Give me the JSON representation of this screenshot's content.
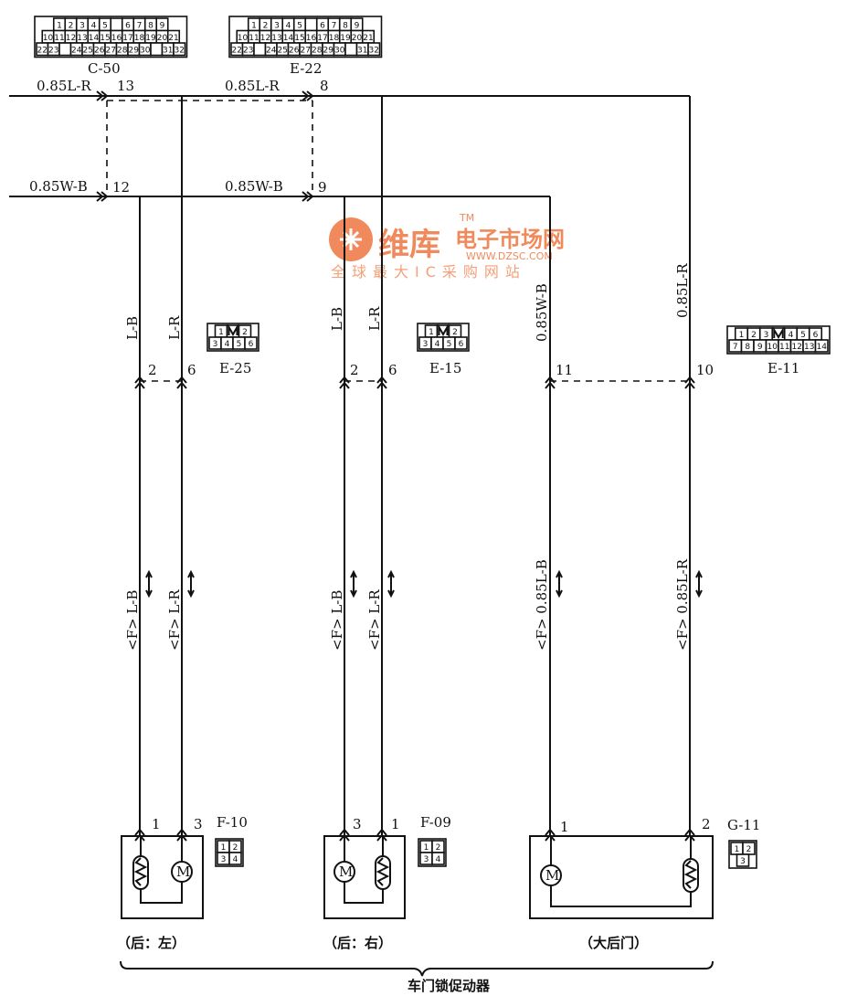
{
  "connectors": {
    "c50": {
      "id": "C-50",
      "rows": [
        [
          "1",
          "2",
          "3",
          "4",
          "5",
          "",
          "6",
          "7",
          "8",
          "9"
        ],
        [
          "10",
          "11",
          "12",
          "13",
          "14",
          "15",
          "16",
          "17",
          "18",
          "19",
          "20",
          "21"
        ],
        [
          "22",
          "23",
          "",
          "24",
          "25",
          "26",
          "27",
          "28",
          "29",
          "30",
          "",
          "31",
          "32"
        ]
      ]
    },
    "e22": {
      "id": "E-22",
      "rows": [
        [
          "1",
          "2",
          "3",
          "4",
          "5",
          "",
          "6",
          "7",
          "8",
          "9"
        ],
        [
          "10",
          "11",
          "12",
          "13",
          "14",
          "15",
          "16",
          "17",
          "18",
          "19",
          "20",
          "21"
        ],
        [
          "22",
          "23",
          "",
          "24",
          "25",
          "26",
          "27",
          "28",
          "29",
          "30",
          "",
          "31",
          "32"
        ]
      ]
    },
    "e25": {
      "id": "E-25",
      "rows": [
        [
          "1",
          "M",
          "2"
        ],
        [
          "3",
          "4",
          "5",
          "6"
        ]
      ]
    },
    "e15": {
      "id": "E-15",
      "rows": [
        [
          "1",
          "M",
          "2"
        ],
        [
          "3",
          "4",
          "5",
          "6"
        ]
      ]
    },
    "e11": {
      "id": "E-11",
      "rows": [
        [
          "1",
          "2",
          "3",
          "M",
          "4",
          "5",
          "6"
        ],
        [
          "7",
          "8",
          "9",
          "10",
          "11",
          "12",
          "13",
          "14"
        ]
      ]
    },
    "f10": {
      "id": "F-10",
      "rows": [
        [
          "1",
          "2"
        ],
        [
          "3",
          "4"
        ]
      ]
    },
    "f09": {
      "id": "F-09",
      "rows": [
        [
          "1",
          "2"
        ],
        [
          "3",
          "4"
        ]
      ]
    },
    "g11": {
      "id": "G-11",
      "rows": [
        [
          "1",
          "2"
        ],
        [
          "3"
        ]
      ]
    }
  },
  "wires": {
    "top_lr_left": "0.85L-R",
    "top_lr_mid": "0.85L-R",
    "top_wb_left": "0.85W-B",
    "top_wb_mid": "0.85W-B",
    "e11_lr": "0.85L-R",
    "e11_wb": "0.85W-B",
    "lb": "L-B",
    "lr": "L-R",
    "f_lb": "<F> L-B",
    "f_lr": "<F> L-R",
    "f_085lb": "<F> 0.85L-B",
    "f_085lr": "<F> 0.85L-R"
  },
  "pins": {
    "c50_13": "13",
    "c50_12": "12",
    "e22_8": "8",
    "e22_9": "9",
    "e25_2": "2",
    "e25_6": "6",
    "e15_2": "2",
    "e15_6": "6",
    "e11_11": "11",
    "e11_10": "10",
    "f10_1": "1",
    "f10_3": "3",
    "f09_3": "3",
    "f09_1": "1",
    "g11_1": "1",
    "g11_2": "2"
  },
  "motor_symbol": "M",
  "captions": {
    "rear_left": "（后：左）",
    "rear_right": "（后：右）",
    "tailgate": "（大后门）",
    "group": "车门锁促动器"
  },
  "watermark": {
    "brand": "维库",
    "site": "电子市场网",
    "url": "WWW.DZSC.COM",
    "tagline": "全球最大IC采购网站",
    "tm": "TM"
  },
  "colors": {
    "ink": "#111111",
    "watermark": "#f08a5d"
  }
}
